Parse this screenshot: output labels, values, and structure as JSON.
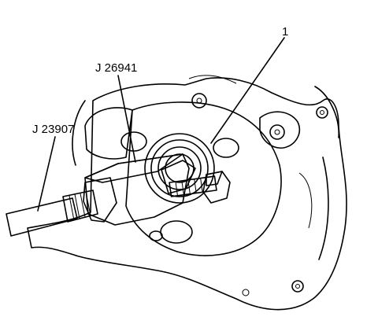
{
  "figure": {
    "callouts": [
      {
        "id": "part-1",
        "text": "1"
      },
      {
        "id": "tool-j26941",
        "text": "J 26941"
      },
      {
        "id": "tool-j23907",
        "text": "J 23907"
      }
    ]
  },
  "colors": {
    "ink": "#000000",
    "background": "#ffffff",
    "shade_light": "#e6e6e6",
    "shade_mid": "#bdbdbd",
    "shade_dark": "#7a7a7a"
  }
}
